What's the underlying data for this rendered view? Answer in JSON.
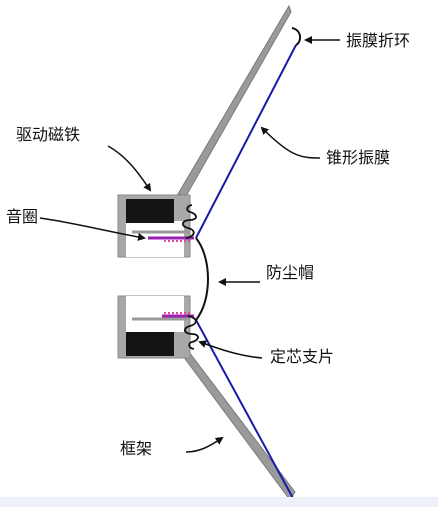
{
  "diagram": {
    "labels": {
      "surround": "振膜折环",
      "cone": "锥形振膜",
      "dust_cap": "防尘帽",
      "spider": "定芯支片",
      "frame": "框架",
      "magnet": "驱动磁铁",
      "voice_coil": "音圈"
    },
    "colors": {
      "frame": "#9a9a9a",
      "frame_dark": "#777777",
      "cone_line": "#1a1aa8",
      "magnet": "#141414",
      "coil": "#9b1fb0",
      "coil_dot": "#d84b9a",
      "ink": "#111111",
      "strip": "#eef2f8"
    }
  }
}
